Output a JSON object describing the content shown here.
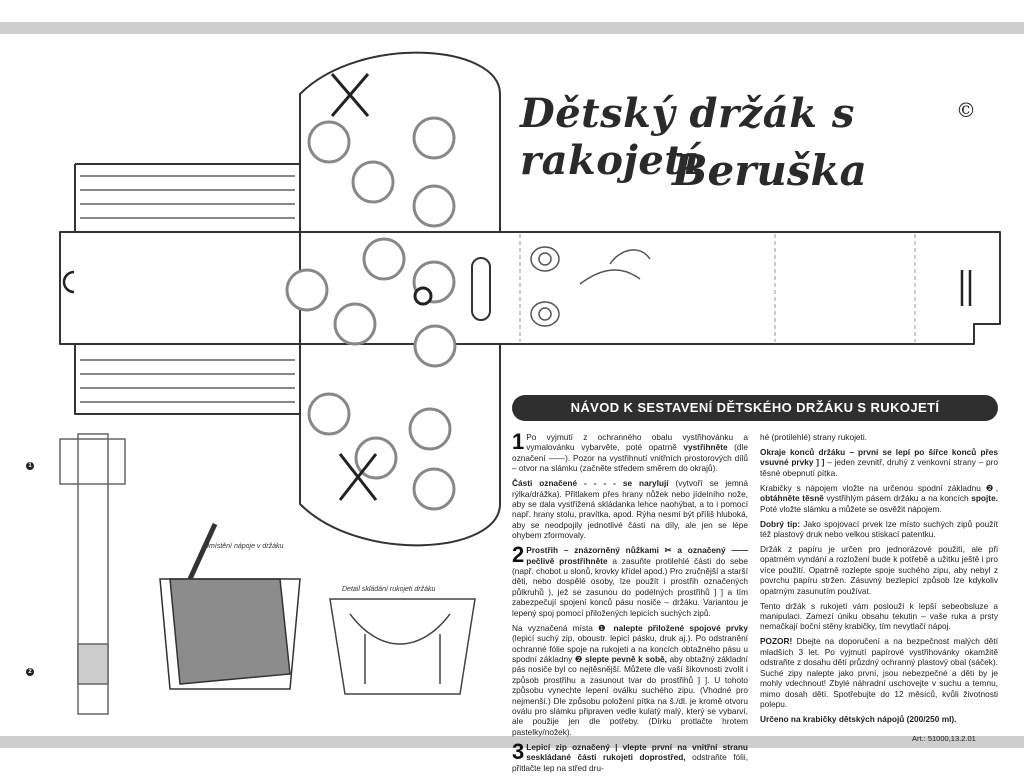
{
  "title": {
    "line1": "Dětský držák s rakojetí",
    "line2": "Beruška",
    "copyright": "©"
  },
  "banner": "NÁVOD K SESTAVENÍ DĚTSKÉHO DRŽÁKU S RUKOJETÍ",
  "captions": {
    "placement": "Umístění nápoje v držáku",
    "detail": "Detail skládání rukojeti držáku"
  },
  "markers": {
    "one": "1",
    "two": "2"
  },
  "instructions": {
    "step1_num": "1",
    "step1_a": "Po vyjmutí z ochranného obalu vystřihovánku a vymalovánku vybarvěte, poté opatrně",
    "step1_b": "vystřihněte",
    "step1_c": "(dle označení ——). Pozor na vystřihnutí vnitřních prostorových dílů – otvor na slámku (začněte středem směrem do okrajů).",
    "p_cast_a": "Části označené - - - - se narylují",
    "p_cast_b": "(vytvoří se jemná rýlka/drážka). Přitlakem přes hrany nůžek nebo jídelního nože, aby se dala vystřižená skládanka lehce naohýbat, a to i pomocí např. hrany stolu, pravítka, apod. Rýha nesmí být příliš hluboká, aby se neodpojily jednotlivé části na díly, ale jen se lépe ohybem zformovaly.",
    "step2_num": "2",
    "step2_a": "Prostřih – znázorněný nůžkami ✂ a označený —— pečlivě prostřihněte",
    "step2_b": "a zasuňte protilehlé části do sebe (např. chobot u slonů, krovky křídel apod.) Pro zručnější a starší děti, nebo dospělé osoby, lze použít i prostřih označených půlkruhů ), jež se zasunou do podélných prostřihů ] ] a tím zabezpečují spojení konců pásu nosiče – držáku. Variantou je lepený spoj pomocí přiložených lepicích suchých zipů.",
    "p_spoj_a": "Na vyznačená místa ❶",
    "p_spoj_b": "nalepte přiložené spojové prvky",
    "p_spoj_c": "(lepicí suchý zip, oboustr. lepicí pásku, druk aj.). Po odstranění ochranné fólie spoje na rukojeti a na koncích obtažného pásu u spodní základny ❷",
    "p_spoj_d": "slepte pevně k sobě,",
    "p_spoj_e": "aby obtažný základní pás nosiče byl co nejtěsnější. Můžete dle vaší šikovnosti zvolit i způsob prostřihu a zasunout tvar do prostřihů ] ]. U tohoto způsobu vynechte lepení oválku suchého zipu. (Vhodné pro nejmenší.) Dle způsobu položení pítka na š./dl. je kromě otvoru oválu pro slámku připraven vedle kulatý malý, který se vybarví, ale použije jen dle potřeby. (Dírku protlačte hrotem pastelky/nožek).",
    "step3_num": "3",
    "step3_a": "Lepicí zip označený | vlepte první na vnitřní stranu seskládané části rukojeti doprostřed,",
    "step3_b": "odstraňte fólii, přitlačte lep na střed dru-",
    "r_cont": "hé (protilehlé) strany rukojeti.",
    "r_okraje_a": "Okraje konců držáku – první se lepí po šířce konců přes vsuvné prvky ] ]",
    "r_okraje_b": "– jeden zevnitř, druhý z venkovní strany – pro těsné obepnutí pítka.",
    "r_krab_a": "Krabičky s nápojem vložte na určenou spodní základnu ❷,",
    "r_krab_b": "obtáhněte těsně",
    "r_krab_c": "vystřihlým pásem držáku a na koncích",
    "r_krab_d": "spojte.",
    "r_krab_e": "Poté vložte slámku a můžete se osvěžit nápojem.",
    "r_tip_a": "Dobrý tip:",
    "r_tip_b": "Jako spojovací prvek lze místo suchých zipů použít též plastový druk nebo velkou stiskací patentku.",
    "r_papir": "Držák z papíru je určen pro jednorázové použití, ale při opatrném vyndání a rozložení bude k potřebě a užitku ještě i pro více použití. Opatrně rozlepte spoje suchého zipu, aby nebyl z povrchu papíru stržen. Zásuvný bezlepicí způsob lze kdykoliv opatrným zasunutím používat.",
    "r_tento": "Tento držák s rukojetí vám poslouží k lepší sebeobsluze a manipulaci. Zamezí úniku obsahu tekutin – vaše ruka a prsty nemačkají boční stěny krabičky, tím nevytlačí nápoj.",
    "r_pozor_a": "POZOR!",
    "r_pozor_b": "Dbejte na doporučení a na bezpečnost malých dětí mladších 3 let. Po vyjmutí papírové vystřihovánky okamžitě odstraňte z dosahu dětí průzdný ochranný plastový obal (sáček). Suché zipy nalepte jako první, jsou nebezpečné a děti by je mohly vdechnout! Zbylé náhradní uschovejte v suchu a temnu, mimo dosah dětí. Spotřebujte do 12 měsíců, kvůli životnosti polepu.",
    "r_urceno": "Určeno na krabičky dětských nápojů (200/250 ml).",
    "artno": "Art.: 51000,13.2.01"
  }
}
